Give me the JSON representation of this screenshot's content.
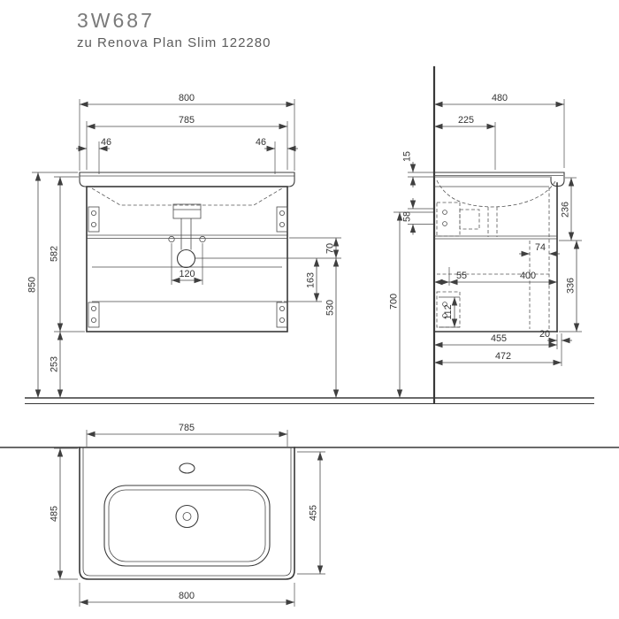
{
  "meta": {
    "title": "3W687",
    "subtitle": "zu Renova Plan Slim 122280"
  },
  "front_view": {
    "dims": {
      "d800": "800",
      "d785": "785",
      "d46_left": "46",
      "d46_right": "46",
      "d850": "850",
      "d582": "582",
      "d253": "253",
      "d120": "120",
      "d70": "70",
      "d163": "163",
      "d530": "530"
    }
  },
  "side_view": {
    "dims": {
      "d480": "480",
      "d225": "225",
      "d15": "15",
      "d58": "58",
      "d700": "700",
      "d236": "236",
      "d336": "336",
      "d74": "74",
      "d55": "55",
      "d400": "400",
      "d112": "112",
      "d455": "455",
      "d20": "20",
      "d472": "472"
    }
  },
  "top_view": {
    "dims": {
      "d785": "785",
      "d485": "485",
      "d455": "455",
      "d800": "800"
    }
  },
  "style": {
    "line_color": "#383838",
    "dim_color": "#4a4a4a",
    "text_color": "#333333",
    "title_color": "#7a7a7a"
  }
}
